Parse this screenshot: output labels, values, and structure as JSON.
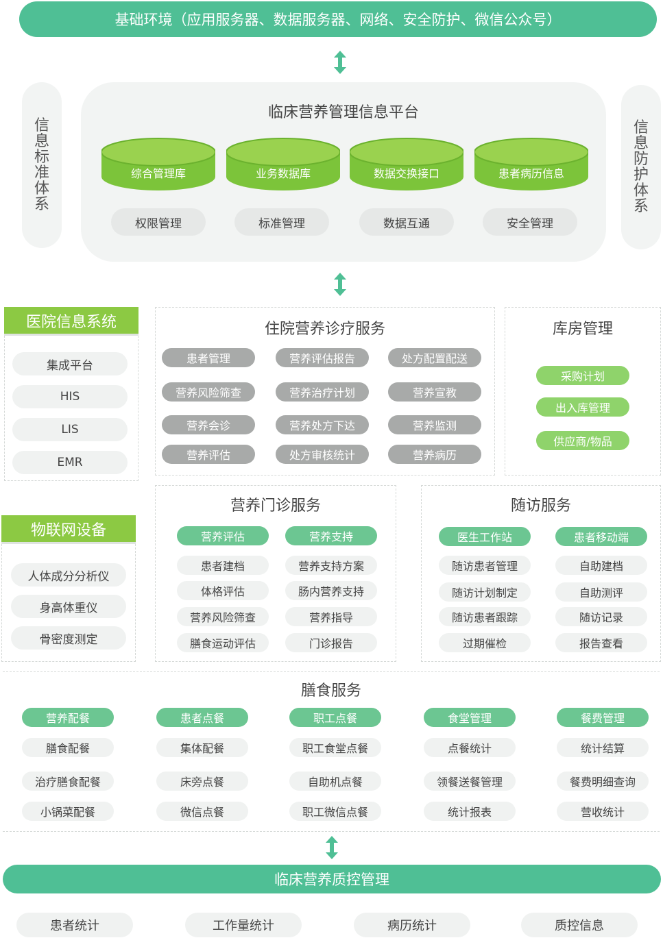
{
  "top_bar": "基础环境（应用服务器、数据服务器、网络、安全防护、微信公众号）",
  "left_side": "信息标准体系",
  "right_side": "信息防护体系",
  "platform": {
    "title": "临床营养管理信息平台",
    "databases": [
      "综合管理库",
      "业务数据库",
      "数据交换接口",
      "患者病历信息"
    ],
    "functions": [
      "权限管理",
      "标准管理",
      "数据互通",
      "安全管理"
    ]
  },
  "hospital": {
    "title": "医院信息系统",
    "items": [
      "集成平台",
      "HIS",
      "LIS",
      "EMR"
    ]
  },
  "iot": {
    "title": "物联网设备",
    "items": [
      "人体成分分析仪",
      "身高体重仪",
      "骨密度测定"
    ]
  },
  "inpatient": {
    "title": "住院营养诊疗服务",
    "items": [
      "患者管理",
      "营养评估报告",
      "处方配置配送",
      "营养风险筛查",
      "营养治疗计划",
      "营养宣教",
      "营养会诊",
      "营养处方下达",
      "营养监测",
      "营养评估",
      "处方审核统计",
      "营养病历"
    ]
  },
  "warehouse": {
    "title": "库房管理",
    "items": [
      "采购计划",
      "出入库管理",
      "供应商/物品"
    ]
  },
  "outpatient": {
    "title": "营养门诊服务",
    "columns": [
      {
        "header": "营养评估",
        "items": [
          "患者建档",
          "体格评估",
          "营养风险筛查",
          "膳食运动评估"
        ]
      },
      {
        "header": "营养支持",
        "items": [
          "营养支持方案",
          "肠内营养支持",
          "营养指导",
          "门诊报告"
        ]
      }
    ]
  },
  "followup": {
    "title": "随访服务",
    "columns": [
      {
        "header": "医生工作站",
        "items": [
          "随访患者管理",
          "随访计划制定",
          "随访患者跟踪",
          "过期催检"
        ]
      },
      {
        "header": "患者移动端",
        "items": [
          "自助建档",
          "自助测评",
          "随访记录",
          "报告查看"
        ]
      }
    ]
  },
  "meal": {
    "title": "膳食服务",
    "columns": [
      {
        "header": "营养配餐",
        "items": [
          "膳食配餐",
          "治疗膳食配餐",
          "小锅菜配餐"
        ]
      },
      {
        "header": "患者点餐",
        "items": [
          "集体配餐",
          "床旁点餐",
          "微信点餐"
        ]
      },
      {
        "header": "职工点餐",
        "items": [
          "职工食堂点餐",
          "自助机点餐",
          "职工微信点餐"
        ]
      },
      {
        "header": "食堂管理",
        "items": [
          "点餐统计",
          "领餐送餐管理",
          "统计报表"
        ]
      },
      {
        "header": "餐费管理",
        "items": [
          "统计结算",
          "餐费明细查询",
          "营收统计"
        ]
      }
    ]
  },
  "qc_bar": "临床营养质控管理",
  "qc_items": [
    "患者统计",
    "工作量统计",
    "病历统计",
    "质控信息"
  ]
}
